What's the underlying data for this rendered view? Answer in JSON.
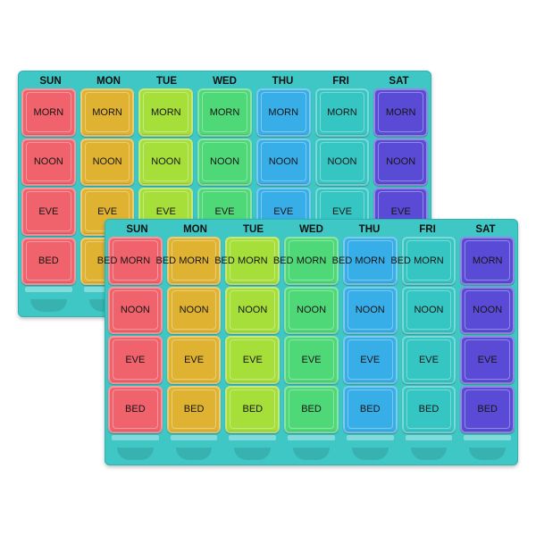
{
  "days": [
    "SUN",
    "MON",
    "TUE",
    "WED",
    "THU",
    "FRI",
    "SAT"
  ],
  "slots": [
    "MORN",
    "NOON",
    "EVE",
    "BED"
  ],
  "colors": {
    "base": "#3fc7c6",
    "day_colors": [
      "#f0636c",
      "#e0b232",
      "#a6de3a",
      "#4fd878",
      "#38aee8",
      "#35c6c4",
      "#5a4bd6"
    ]
  }
}
